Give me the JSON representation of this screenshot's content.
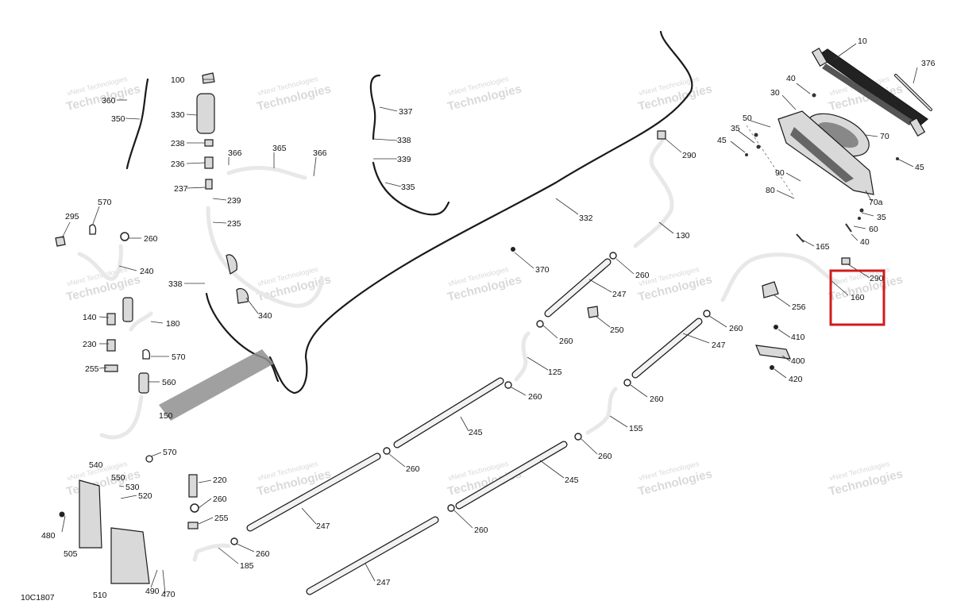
{
  "diagram_id": "10C1807",
  "watermark": {
    "line1": "vNext Technologies",
    "line2": "Technologies"
  },
  "callouts": {
    "c10": "10",
    "c376": "376",
    "c40a": "40",
    "c30": "30",
    "c50": "50",
    "c35a": "35",
    "c45a": "45",
    "c70": "70",
    "c45b": "45",
    "c90": "90",
    "c80": "80",
    "c70a": "70a",
    "c35b": "35",
    "c60": "60",
    "c40b": "40",
    "c165": "165",
    "c290a": "290",
    "c160": "160",
    "c256": "256",
    "c410": "410",
    "c400": "400",
    "c420": "420",
    "c290b": "290",
    "c130": "130",
    "c332": "332",
    "c337": "337",
    "c338a": "338",
    "c339": "339",
    "c335": "335",
    "c370": "370",
    "c260a": "260",
    "c247a": "247",
    "c250": "250",
    "c260b": "260",
    "c247b": "247",
    "c260c": "260",
    "c125": "125",
    "c260d": "260",
    "c155": "155",
    "c260e": "260",
    "c245a": "245",
    "c260f": "260",
    "c245b": "245",
    "c260g": "260",
    "c247c": "247",
    "c247d": "247",
    "c260h": "260",
    "c185": "185",
    "c255a": "255",
    "c260i": "260",
    "c220": "220",
    "c570a": "570",
    "c530": "530",
    "c520": "520",
    "c540": "540",
    "c550": "550",
    "c480": "480",
    "c505": "505",
    "c510": "510",
    "c490": "490",
    "c470": "470",
    "c100": "100",
    "c330": "330",
    "c238": "238",
    "c236": "236",
    "c237": "237",
    "c239": "239",
    "c235": "235",
    "c366a": "366",
    "c365": "365",
    "c366b": "366",
    "c338b": "338",
    "c340": "340",
    "c360": "360",
    "c350": "350",
    "c570b": "570",
    "c295": "295",
    "c260j": "260",
    "c240": "240",
    "c140": "140",
    "c180": "180",
    "c230": "230",
    "c255b": "255",
    "c570c": "570",
    "c560": "560",
    "c150": "150"
  },
  "highlight_box": {
    "color": "#d01c1c",
    "target": "160"
  }
}
